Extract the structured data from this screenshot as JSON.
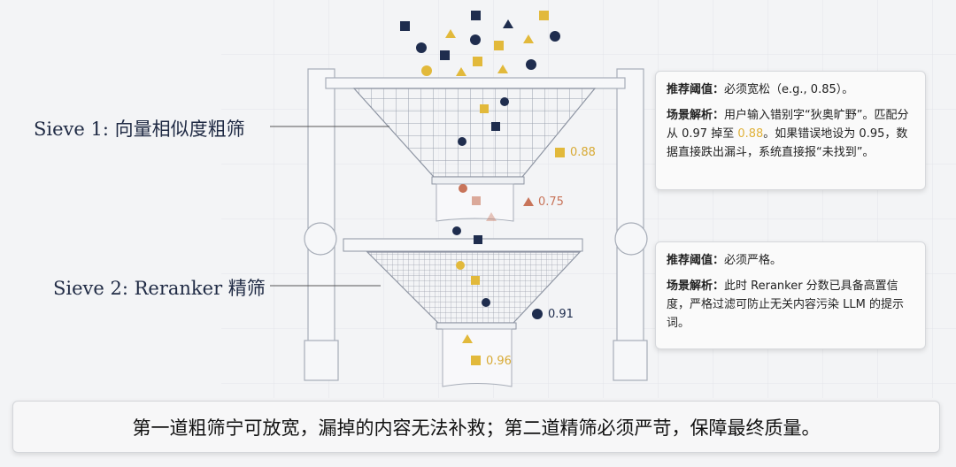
{
  "colors": {
    "navy": "#1f2d4e",
    "gold": "#e2b93b",
    "terracotta": "#c8745a"
  },
  "sieve1": {
    "label": "Sieve 1: 向量相似度粗筛"
  },
  "sieve2": {
    "label": "Sieve 2: Reranker 精筛"
  },
  "card1": {
    "threshold_title": "推荐阈值：",
    "threshold_text": "必须宽松（e.g., 0.85）。",
    "analysis_title": "场景解析：",
    "analysis_pre": "用户输入错别字“狄奥旷野”。匹配分从 0.97 掉至 ",
    "analysis_highlight": "0.88",
    "analysis_post": "。如果错误地设为 0.95，数据直接跌出漏斗，系统直接报“未找到”。"
  },
  "card2": {
    "threshold_title": "推荐阈值：",
    "threshold_text": "必须严格。",
    "analysis_title": "场景解析：",
    "analysis_text": "此时 Reranker 分数已具备高置信度，严格过滤可防止无关内容污染 LLM 的提示词。"
  },
  "scores": {
    "s1_pass": "0.88",
    "s1_fail": "0.75",
    "s2_fail": "0.91",
    "s2_pass": "0.96"
  },
  "banner": "第一道粗筛宁可放宽，漏掉的内容无法补救；第二道精筛必须严苛，保障最终质量。"
}
